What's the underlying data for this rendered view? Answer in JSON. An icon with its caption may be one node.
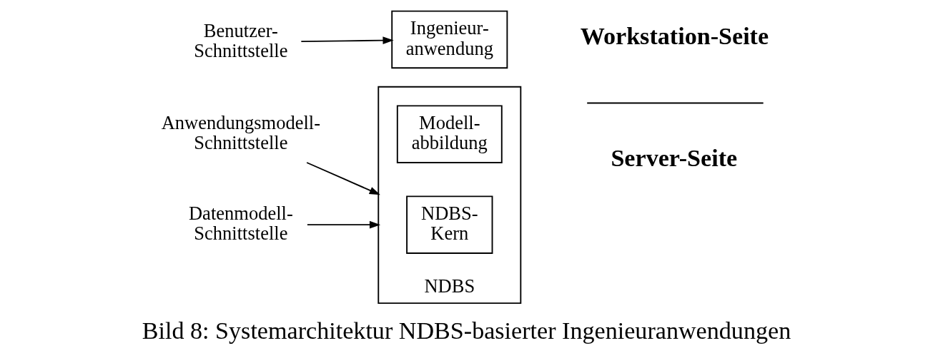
{
  "diagram": {
    "caption": "Bild 8: Systemarchitektur NDBS-basierter Ingenieuranwendungen",
    "nodes": [
      {
        "text": [
          "Benutzer- Schnittstelle"
        ]
      },
      {
        "text": [
          "Ingenieur- anwendung"
        ]
      },
      {
        "text": [
          "Anwendungsmodell- Schnittstelle"
        ]
      },
      {
        "text": [
          "NDBS"
        ]
      },
      {
        "text": [
          "Modell- abbildung"
        ],
        "in": 3
      },
      {
        "text": [
          "Datenmodell- Schnittstelle"
        ]
      },
      {
        "text": [
          "NDBS- Kern"
        ],
        "in": 3
      }
    ],
    "edges": [
      {
        "from": 0,
        "to": 1,
        "arrow": "to"
      },
      {
        "from": 2,
        "to": 3,
        "arrow": "to"
      },
      {
        "from": 5,
        "to": 3,
        "arrow": "to"
      }
    ],
    "labels": [
      "Workstation-Seite",
      "Server-Seite"
    ]
  }
}
